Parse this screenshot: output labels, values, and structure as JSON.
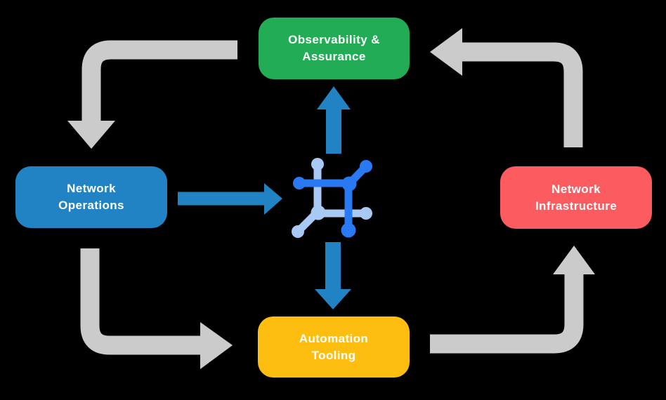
{
  "diagram": {
    "nodes": {
      "observability": {
        "line1": "Observability &",
        "line2": "Assurance",
        "color": "#22AC55"
      },
      "operations": {
        "line1": "Network",
        "line2": "Operations",
        "color": "#2183C4"
      },
      "infrastructure": {
        "line1": "Network",
        "line2": "Infrastructure",
        "color": "#FC5C5F"
      },
      "automation": {
        "line1": "Automation",
        "line2": "Tooling",
        "color": "#FEBE10"
      }
    },
    "colors": {
      "background": "#000000",
      "cycle_arrow": "#CBCBCB",
      "hub_arrow": "#2183C4",
      "icon_primary": "#2979F2",
      "icon_secondary": "#A9C9F5",
      "text": "#FFFFFF"
    },
    "center_icon": "network-hub-icon"
  }
}
